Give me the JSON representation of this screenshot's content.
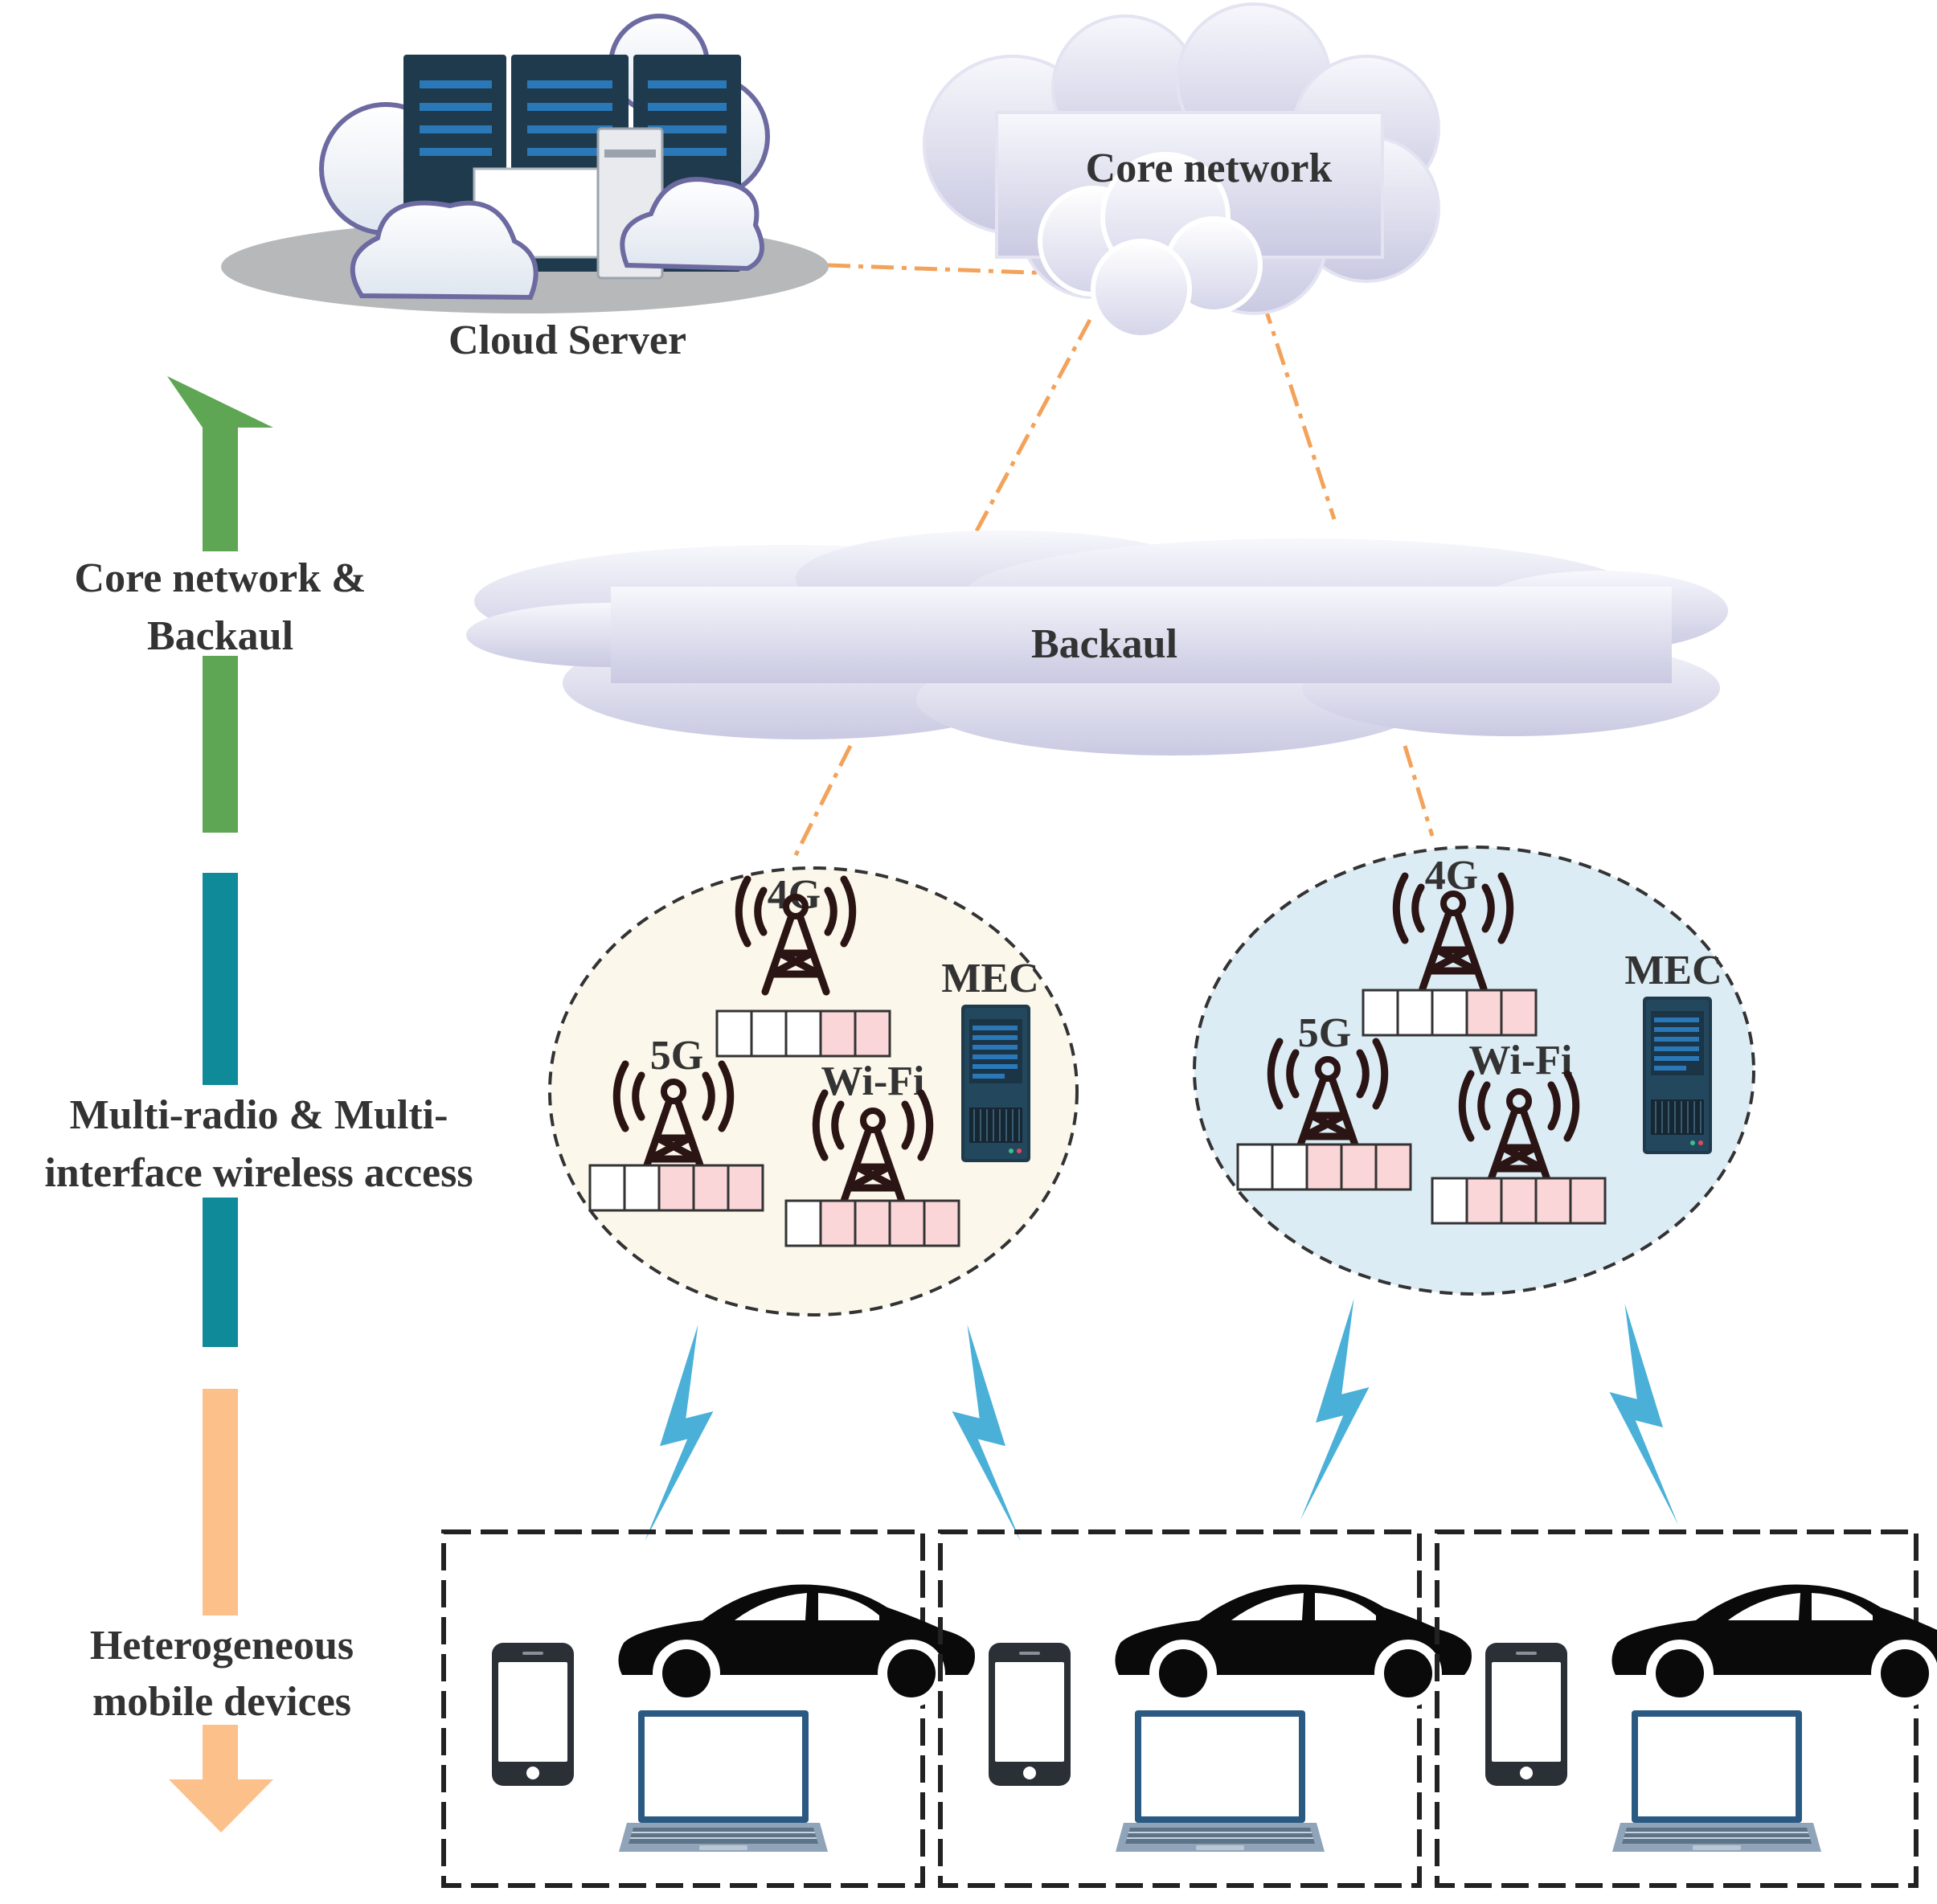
{
  "labels": {
    "cloud_server": "Cloud Server",
    "core_network": "Core network",
    "backhaul": "Backaul",
    "layer_core_1": "Core network &",
    "layer_core_2": "Backaul",
    "layer_access_1": "Multi-radio & Multi-",
    "layer_access_2": "interface wireless access",
    "layer_devices_1": "Heterogeneous",
    "layer_devices_2": "mobile devices"
  },
  "cells": [
    {
      "name": "left-cell",
      "fill": "#fbf7ea",
      "towers": [
        {
          "label": "4G",
          "slots": [
            "empty",
            "empty",
            "empty",
            "pink",
            "pink"
          ]
        },
        {
          "label": "5G",
          "slots": [
            "empty",
            "empty",
            "pink",
            "pink",
            "pink"
          ]
        },
        {
          "label": "Wi-Fi",
          "slots": [
            "empty",
            "pink",
            "pink",
            "pink",
            "pink"
          ]
        }
      ],
      "mec_label": "MEC"
    },
    {
      "name": "right-cell",
      "fill": "#dcecf4",
      "towers": [
        {
          "label": "4G",
          "slots": [
            "empty",
            "empty",
            "empty",
            "pink",
            "pink"
          ]
        },
        {
          "label": "5G",
          "slots": [
            "empty",
            "empty",
            "pink",
            "pink",
            "pink"
          ]
        },
        {
          "label": "Wi-Fi",
          "slots": [
            "empty",
            "pink",
            "pink",
            "pink",
            "pink"
          ]
        }
      ],
      "mec_label": "MEC"
    }
  ],
  "device_groups": [
    {
      "devices": [
        "phone-icon",
        "car-icon",
        "laptop-icon"
      ]
    },
    {
      "devices": [
        "phone-icon",
        "car-icon",
        "laptop-icon"
      ]
    },
    {
      "devices": [
        "phone-icon",
        "car-icon",
        "laptop-icon"
      ]
    }
  ],
  "colors": {
    "link": "#f3a25a",
    "arrow_core": "#5ea653",
    "arrow_access": "#0e8a98",
    "arrow_devices": "#fcc08b",
    "lightning": "#4ab0d8",
    "slot_pink": "#fbd6d9",
    "server_dark": "#1e3a4c",
    "server_accent": "#2a78b8"
  }
}
